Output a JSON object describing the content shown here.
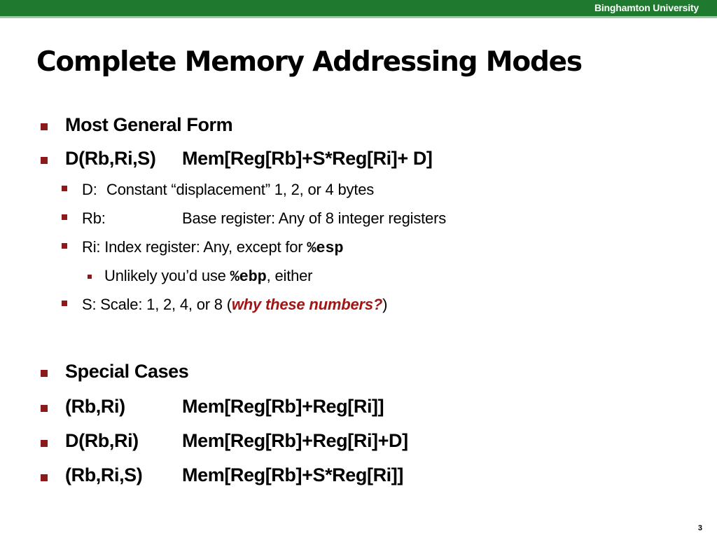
{
  "header": {
    "university": "Binghamton University"
  },
  "slide": {
    "title": "Complete Memory Addressing Modes",
    "page_number": "3",
    "general_form": {
      "heading": "Most General Form",
      "form_label": "D(Rb,Ri,S)",
      "form_value": "Mem[Reg[Rb]+S*Reg[Ri]+ D]",
      "d_label": "D:",
      "d_text": "Constant “displacement” 1, 2, or 4 bytes",
      "rb_label": "Rb:",
      "rb_text": "Base register: Any of 8 integer registers",
      "ri_text": "Ri: Index register: Any, except for ",
      "ri_code": "%esp",
      "ebp_prefix": "Unlikely you’d use ",
      "ebp_code": "%ebp",
      "ebp_suffix": ", either",
      "s_text": "S:  Scale: 1, 2, 4, or 8 (",
      "s_emph": "why these numbers?",
      "s_close": ")"
    },
    "special_cases": {
      "heading": "Special Cases",
      "rows": [
        {
          "label": "(Rb,Ri)",
          "value": "Mem[Reg[Rb]+Reg[Ri]]"
        },
        {
          "label": "D(Rb,Ri)",
          "value": "Mem[Reg[Rb]+Reg[Ri]+D]"
        },
        {
          "label": "(Rb,Ri,S)",
          "value": "Mem[Reg[Rb]+S*Reg[Ri]]"
        }
      ]
    }
  }
}
